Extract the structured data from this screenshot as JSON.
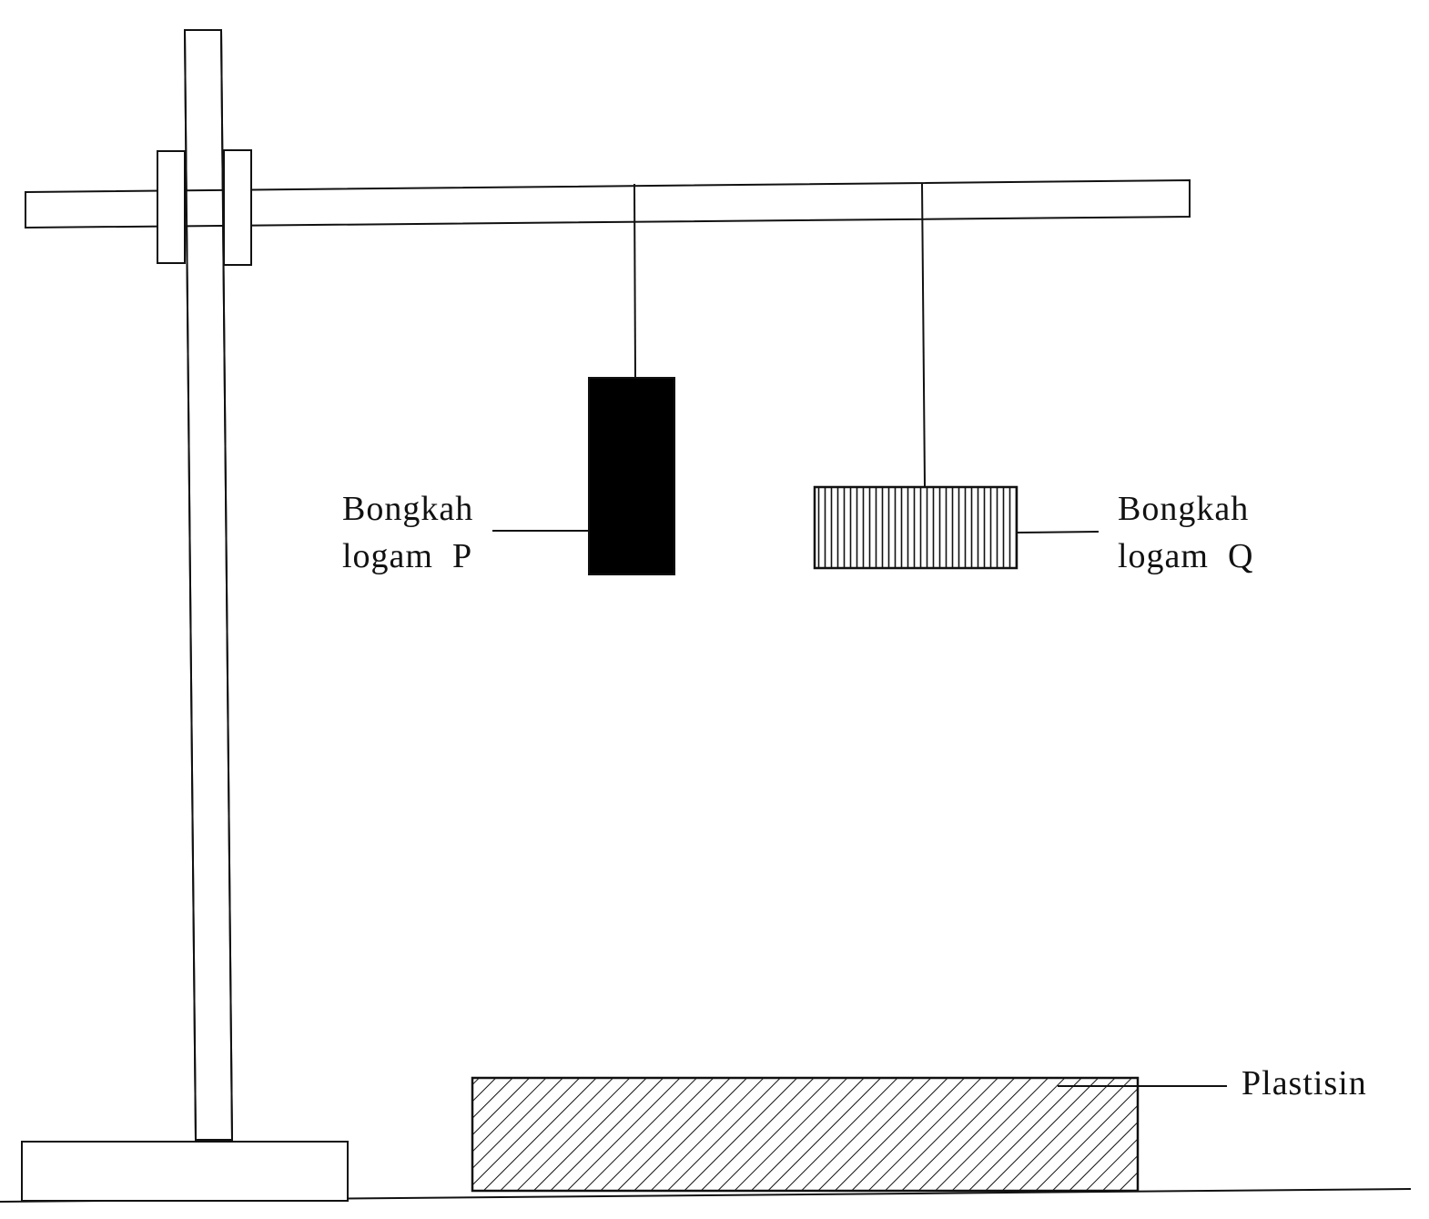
{
  "labels": {
    "metal_p": {
      "line1": "Bongkah",
      "line2": "logam  P"
    },
    "metal_q": {
      "line1": "Bongkah",
      "line2": "logam  Q"
    },
    "plasticine": "Plastisin"
  },
  "colors": {
    "ink": "#111111",
    "background": "#ffffff",
    "metal_p_fill": "#000000"
  }
}
